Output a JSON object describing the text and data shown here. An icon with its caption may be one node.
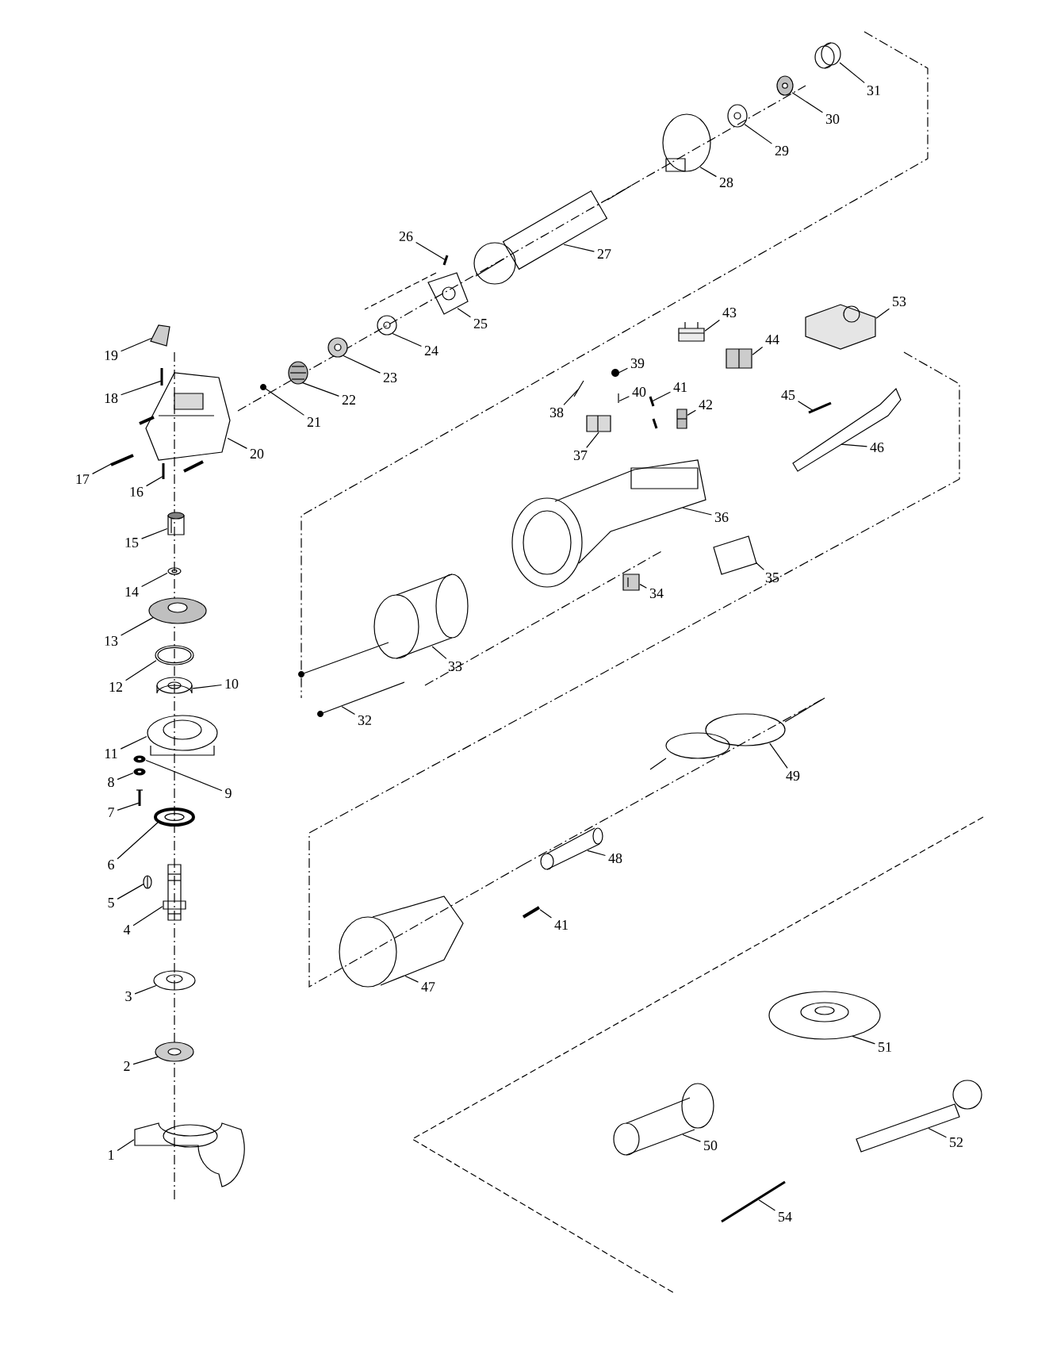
{
  "diagram": {
    "nodes": [
      {
        "text": [
          "1"
        ]
      },
      {
        "text": [
          "2"
        ]
      },
      {
        "text": [
          "3"
        ]
      },
      {
        "text": [
          "4"
        ]
      },
      {
        "text": [
          "5"
        ]
      },
      {
        "text": [
          "6"
        ]
      },
      {
        "text": [
          "7"
        ]
      },
      {
        "text": [
          "8"
        ]
      },
      {
        "text": [
          "9"
        ]
      },
      {
        "text": [
          "10"
        ]
      },
      {
        "text": [
          "11"
        ]
      },
      {
        "text": [
          "12"
        ]
      },
      {
        "text": [
          "13"
        ]
      },
      {
        "text": [
          "14"
        ]
      },
      {
        "text": [
          "15"
        ]
      },
      {
        "text": [
          "16"
        ]
      },
      {
        "text": [
          "17"
        ]
      },
      {
        "text": [
          "18"
        ]
      },
      {
        "text": [
          "19"
        ]
      },
      {
        "text": [
          "20"
        ]
      },
      {
        "text": [
          "21"
        ]
      },
      {
        "text": [
          "22"
        ]
      },
      {
        "text": [
          "23"
        ]
      },
      {
        "text": [
          "24"
        ]
      },
      {
        "text": [
          "25"
        ]
      },
      {
        "text": [
          "26"
        ]
      },
      {
        "text": [
          "27"
        ]
      },
      {
        "text": [
          "28"
        ]
      },
      {
        "text": [
          "29"
        ]
      },
      {
        "text": [
          "30"
        ]
      },
      {
        "text": [
          "31"
        ]
      },
      {
        "text": [
          "32"
        ]
      },
      {
        "text": [
          "33"
        ]
      },
      {
        "text": [
          "34"
        ]
      },
      {
        "text": [
          "35"
        ]
      },
      {
        "text": [
          "36"
        ]
      },
      {
        "text": [
          "37"
        ]
      },
      {
        "text": [
          "38"
        ]
      },
      {
        "text": [
          "39"
        ]
      },
      {
        "text": [
          "40"
        ]
      },
      {
        "text": [
          "41"
        ]
      },
      {
        "text": [
          "41"
        ]
      },
      {
        "text": [
          "42"
        ]
      },
      {
        "text": [
          "43"
        ]
      },
      {
        "text": [
          "44"
        ]
      },
      {
        "text": [
          "45"
        ]
      },
      {
        "text": [
          "46"
        ]
      },
      {
        "text": [
          "47"
        ]
      },
      {
        "text": [
          "48"
        ]
      },
      {
        "text": [
          "49"
        ]
      },
      {
        "text": [
          "50"
        ]
      },
      {
        "text": [
          "51"
        ]
      },
      {
        "text": [
          "52"
        ]
      },
      {
        "text": [
          "53"
        ]
      },
      {
        "text": [
          "54"
        ]
      },
      {
        "text": [],
        "shape": "picture"
      },
      {
        "text": [],
        "shape": "picture"
      },
      {
        "text": [],
        "shape": "picture"
      },
      {
        "text": [],
        "shape": "picture"
      },
      {
        "text": [],
        "shape": "picture"
      },
      {
        "text": [],
        "shape": "picture"
      },
      {
        "text": [],
        "shape": "picture"
      },
      {
        "text": [],
        "shape": "picture"
      },
      {
        "text": [],
        "shape": "picture"
      },
      {
        "text": [],
        "shape": "picture"
      },
      {
        "text": [],
        "shape": "picture"
      },
      {
        "text": [],
        "shape": "picture"
      },
      {
        "text": [],
        "shape": "picture"
      },
      {
        "text": [],
        "shape": "picture"
      },
      {
        "text": [],
        "shape": "picture"
      },
      {
        "text": [],
        "shape": "picture"
      },
      {
        "text": [],
        "shape": "picture"
      },
      {
        "text": [],
        "shape": "picture"
      },
      {
        "text": [],
        "shape": "picture"
      },
      {
        "text": [],
        "shape": "picture"
      },
      {
        "text": [],
        "shape": "picture"
      },
      {
        "text": [],
        "shape": "picture"
      },
      {
        "text": [],
        "shape": "picture"
      },
      {
        "text": [],
        "shape": "picture"
      },
      {
        "text": [],
        "shape": "picture"
      },
      {
        "text": [],
        "shape": "picture"
      },
      {
        "text": [],
        "shape": "picture"
      },
      {
        "text": [],
        "shape": "picture"
      },
      {
        "text": [],
        "shape": "picture"
      },
      {
        "text": [],
        "shape": "picture"
      },
      {
        "text": [],
        "shape": "picture"
      },
      {
        "text": [],
        "shape": "picture"
      },
      {
        "text": [],
        "shape": "picture"
      },
      {
        "text": [],
        "shape": "picture"
      },
      {
        "text": [],
        "shape": "picture"
      },
      {
        "text": [],
        "shape": "picture"
      },
      {
        "text": [],
        "shape": "picture"
      },
      {
        "text": [],
        "shape": "picture"
      },
      {
        "text": [],
        "shape": "picture"
      },
      {
        "text": [],
        "shape": "picture"
      },
      {
        "text": [],
        "shape": "picture"
      },
      {
        "text": [],
        "shape": "picture"
      },
      {
        "text": [],
        "shape": "picture"
      },
      {
        "text": [],
        "shape": "picture"
      },
      {
        "text": [],
        "shape": "picture"
      },
      {
        "text": [],
        "shape": "picture"
      },
      {
        "text": [],
        "shape": "picture"
      },
      {
        "text": [],
        "shape": "picture"
      },
      {
        "text": [],
        "shape": "picture"
      },
      {
        "text": [],
        "shape": "picture"
      },
      {
        "text": [],
        "shape": "picture"
      },
      {
        "text": [],
        "shape": "picture"
      },
      {
        "text": [],
        "shape": "picture"
      },
      {
        "text": [],
        "shape": "picture"
      },
      {
        "text": [],
        "shape": "picture"
      }
    ],
    "edges": [
      {
        "from": 0,
        "to": 55,
        "arrow": "none"
      },
      {
        "from": 1,
        "to": 56,
        "arrow": "none"
      },
      {
        "from": 2,
        "to": 57,
        "arrow": "none"
      },
      {
        "from": 3,
        "to": 58,
        "arrow": "none"
      },
      {
        "from": 4,
        "to": 59,
        "arrow": "none"
      },
      {
        "from": 5,
        "to": 60,
        "arrow": "none"
      },
      {
        "from": 6,
        "to": 61,
        "arrow": "none"
      },
      {
        "from": 7,
        "to": 62,
        "arrow": "none"
      },
      {
        "from": 8,
        "to": 63,
        "arrow": "none"
      },
      {
        "from": 9,
        "to": 64,
        "arrow": "none"
      },
      {
        "from": 10,
        "to": 65,
        "arrow": "none"
      },
      {
        "from": 11,
        "to": 66,
        "arrow": "none"
      },
      {
        "from": 12,
        "to": 67,
        "arrow": "none"
      },
      {
        "from": 13,
        "to": 68,
        "arrow": "none"
      },
      {
        "from": 14,
        "to": 69,
        "arrow": "none"
      },
      {
        "from": 15,
        "to": 70,
        "arrow": "none"
      },
      {
        "from": 16,
        "to": 71,
        "arrow": "none"
      },
      {
        "from": 17,
        "to": 72,
        "arrow": "none"
      },
      {
        "from": 18,
        "to": 73,
        "arrow": "none"
      },
      {
        "from": 19,
        "to": 74,
        "arrow": "none"
      },
      {
        "from": 20,
        "to": 75,
        "arrow": "none"
      },
      {
        "from": 21,
        "to": 76,
        "arrow": "none"
      },
      {
        "from": 22,
        "to": 77,
        "arrow": "none"
      },
      {
        "from": 23,
        "to": 78,
        "arrow": "none"
      },
      {
        "from": 24,
        "to": 79,
        "arrow": "none"
      },
      {
        "from": 25,
        "to": 80,
        "arrow": "none"
      },
      {
        "from": 26,
        "to": 81,
        "arrow": "none"
      },
      {
        "from": 27,
        "to": 82,
        "arrow": "none"
      },
      {
        "from": 28,
        "to": 83,
        "arrow": "none"
      },
      {
        "from": 29,
        "to": 84,
        "arrow": "none"
      },
      {
        "from": 30,
        "to": 85,
        "arrow": "none"
      },
      {
        "from": 31,
        "to": 86,
        "arrow": "none"
      },
      {
        "from": 32,
        "to": 87,
        "arrow": "none"
      },
      {
        "from": 33,
        "to": 88,
        "arrow": "none"
      },
      {
        "from": 34,
        "to": 89,
        "arrow": "none"
      },
      {
        "from": 35,
        "to": 90,
        "arrow": "none"
      },
      {
        "from": 36,
        "to": 91,
        "arrow": "none"
      },
      {
        "from": 37,
        "to": 92,
        "arrow": "none"
      },
      {
        "from": 38,
        "to": 93,
        "arrow": "none"
      },
      {
        "from": 39,
        "to": 94,
        "arrow": "none"
      },
      {
        "from": 40,
        "to": 95,
        "arrow": "none"
      },
      {
        "from": 41,
        "to": 96,
        "arrow": "none"
      },
      {
        "from": 42,
        "to": 97,
        "arrow": "none"
      },
      {
        "from": 43,
        "to": 98,
        "arrow": "none"
      },
      {
        "from": 44,
        "to": 99,
        "arrow": "none"
      },
      {
        "from": 45,
        "to": 100,
        "arrow": "none"
      },
      {
        "from": 46,
        "to": 101,
        "arrow": "none"
      },
      {
        "from": 47,
        "to": 102,
        "arrow": "none"
      },
      {
        "from": 48,
        "to": 103,
        "arrow": "none"
      },
      {
        "from": 49,
        "to": 104,
        "arrow": "none"
      },
      {
        "from": 50,
        "to": 105,
        "arrow": "none"
      },
      {
        "from": 51,
        "to": 106,
        "arrow": "none"
      },
      {
        "from": 52,
        "to": 107,
        "arrow": "none"
      },
      {
        "from": 53,
        "to": 108,
        "arrow": "none"
      },
      {
        "from": 54,
        "to": 109,
        "arrow": "none"
      }
    ]
  }
}
